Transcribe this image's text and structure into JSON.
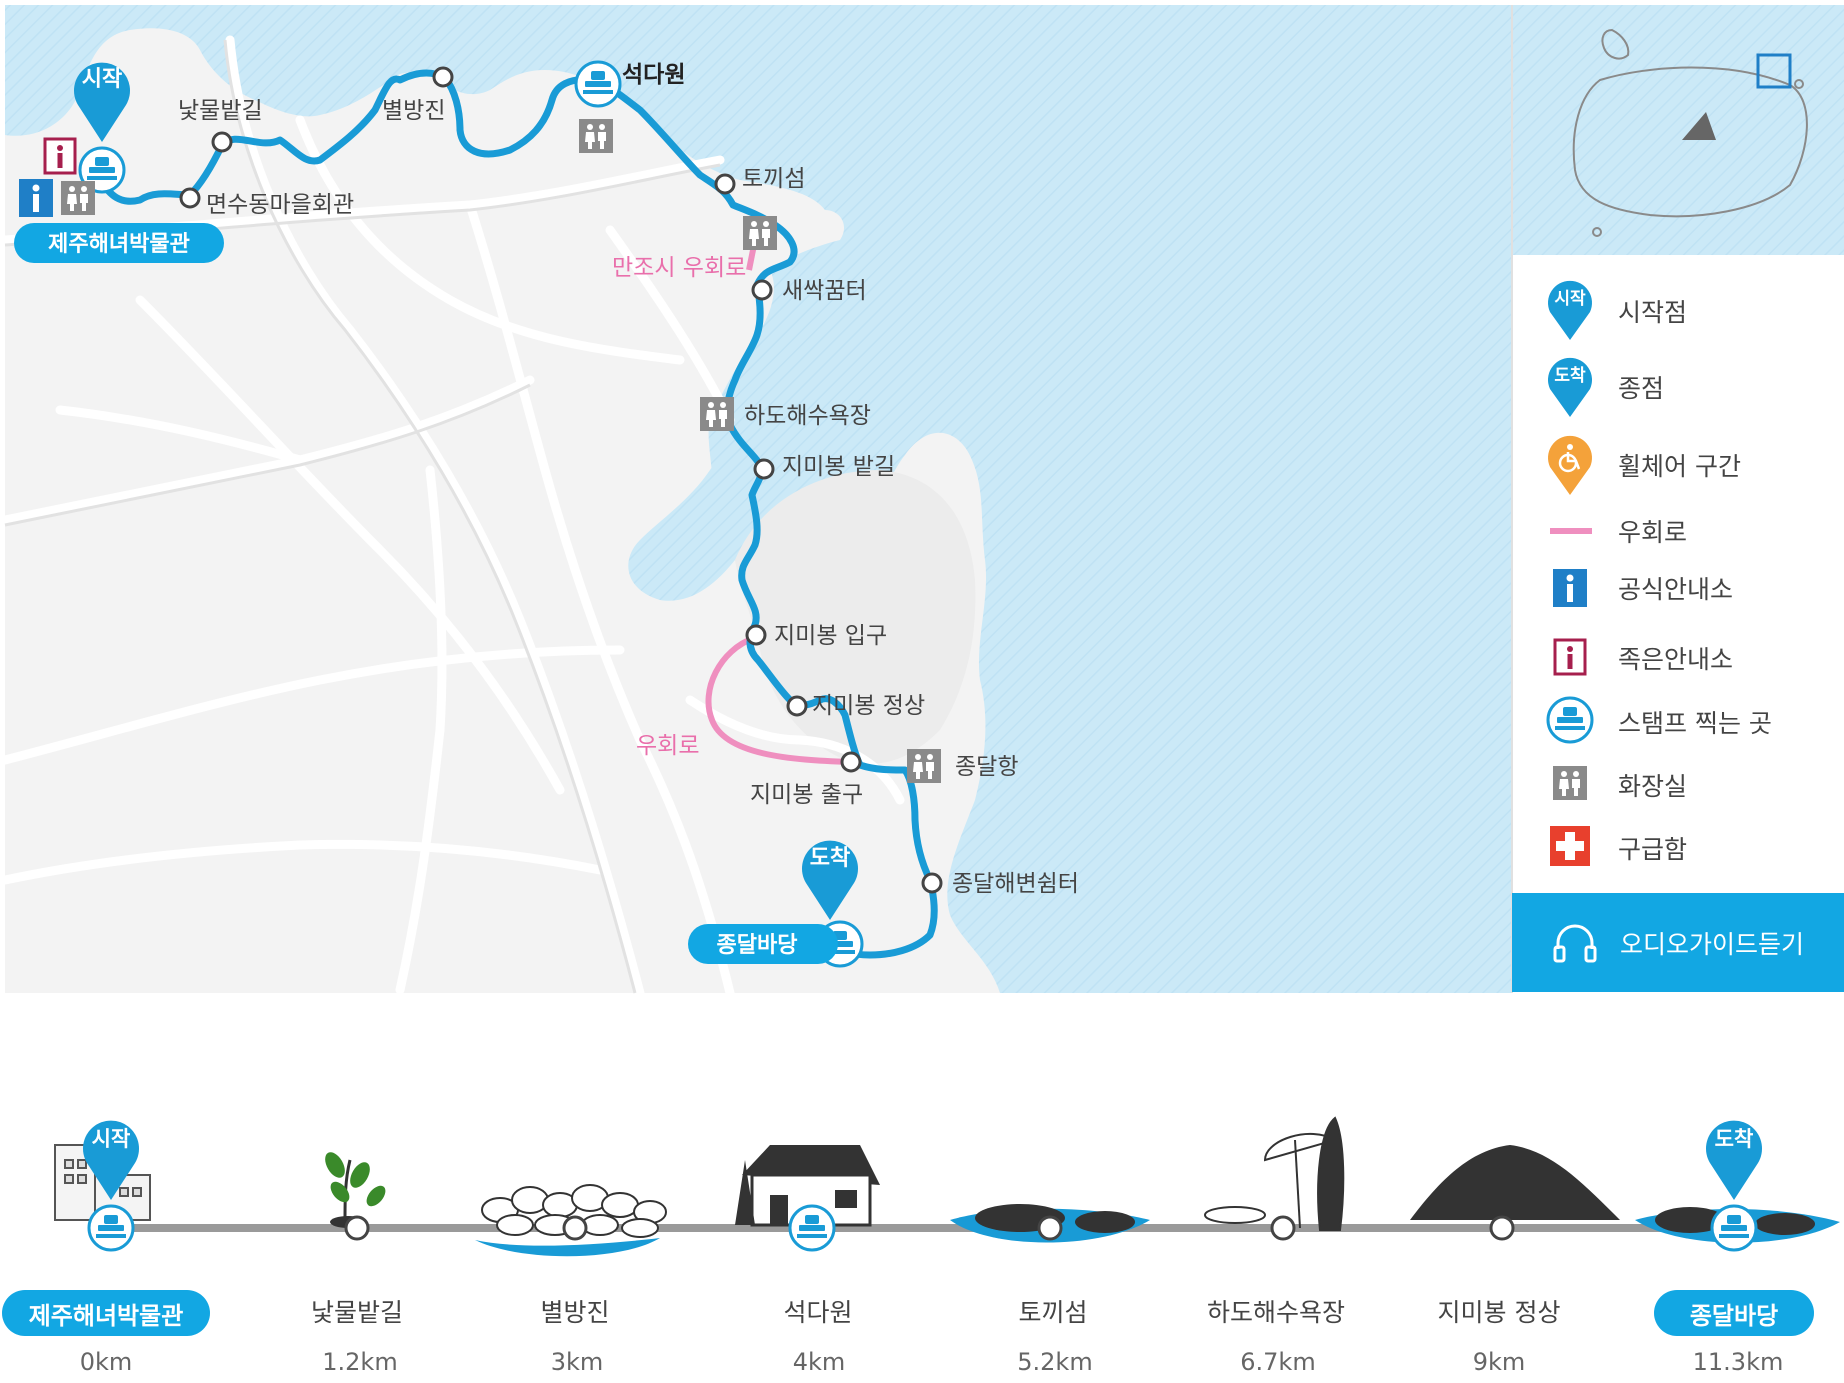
{
  "colors": {
    "route": "#199bd6",
    "detour": "#ef8fbf",
    "sea": "#cbe9f7",
    "land": "#f3f3f3",
    "accent": "#12a7e3",
    "info_blue": "#1f7fc7",
    "info_small": "#a61f4d",
    "toilet": "#8a8a8a",
    "firstaid": "#e8402d",
    "wheelchair": "#f4a23a"
  },
  "map": {
    "start_pin": "시작",
    "end_pin": "도착",
    "start_place": "제주해녀박물관",
    "end_place": "종달바당",
    "labels": {
      "nakmul": "낯물밭길",
      "byeolbang": "별방진",
      "seokdawon": "석다원",
      "myeonsu": "면수동마을회관",
      "tokki": "토끼섬",
      "manjo_detour": "만조시 우회로",
      "saessak": "새싹꿈터",
      "hado_beach": "하도해수욕장",
      "jimi_field": "지미봉 밭길",
      "jimi_entrance": "지미봉 입구",
      "jimi_peak": "지미봉 정상",
      "detour": "우회로",
      "jimi_exit": "지미봉 출구",
      "jongdal_port": "종달항",
      "jongdal_rest": "종달해변쉼터"
    }
  },
  "legend": {
    "items": [
      {
        "icon": "start-pin-icon",
        "label": "시작점",
        "pin_text": "시작"
      },
      {
        "icon": "end-pin-icon",
        "label": "종점",
        "pin_text": "도착"
      },
      {
        "icon": "wheelchair-icon",
        "label": "휠체어 구간"
      },
      {
        "icon": "detour-line-icon",
        "label": "우회로"
      },
      {
        "icon": "info-icon",
        "label": "공식안내소"
      },
      {
        "icon": "small-info-icon",
        "label": "족은안내소"
      },
      {
        "icon": "stamp-icon",
        "label": "스탬프 찍는 곳"
      },
      {
        "icon": "toilet-icon",
        "label": "화장실"
      },
      {
        "icon": "first-aid-icon",
        "label": "구급함"
      }
    ],
    "audio_guide": "오디오가이드듣기"
  },
  "timeline": {
    "start_pin": "시작",
    "end_pin": "도착",
    "stops": [
      {
        "name": "제주해녀박물관",
        "distance": "0km",
        "highlight": true
      },
      {
        "name": "낯물밭길",
        "distance": "1.2km"
      },
      {
        "name": "별방진",
        "distance": "3km"
      },
      {
        "name": "석다원",
        "distance": "4km"
      },
      {
        "name": "토끼섬",
        "distance": "5.2km"
      },
      {
        "name": "하도해수욕장",
        "distance": "6.7km"
      },
      {
        "name": "지미봉 정상",
        "distance": "9km"
      },
      {
        "name": "종달바당",
        "distance": "11.3km",
        "highlight": true
      }
    ]
  }
}
